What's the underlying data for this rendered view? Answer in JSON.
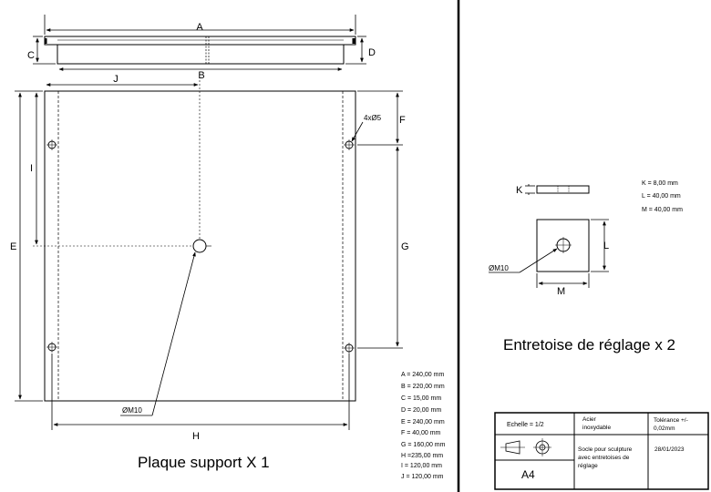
{
  "plate": {
    "title": "Plaque support X 1",
    "dim_labels": {
      "A": "A",
      "B": "B",
      "C": "C",
      "D": "D",
      "E": "E",
      "F": "F",
      "G": "G",
      "H": "H",
      "I": "I",
      "J": "J"
    },
    "hole_callout": "4xØ5",
    "thread_callout": "ØM10",
    "specs": [
      "A = 240,00 mm",
      "B = 220,00 mm",
      "C = 15,00 mm",
      "D = 20,00 mm",
      "E = 240,00 mm",
      "F = 40,00 mm",
      "G = 160,00 mm",
      "H =235,00 mm",
      "I = 120,00 mm",
      "J = 120,00 mm"
    ]
  },
  "spacer": {
    "title": "Entretoise de réglage x 2",
    "dim_labels": {
      "K": "K",
      "L": "L",
      "M": "M"
    },
    "thread_callout": "ØM10",
    "specs": [
      "K = 8,00 mm",
      "L = 40,00 mm",
      "M = 40,00 mm"
    ]
  },
  "title_block": {
    "scale": "Echelle = 1/2",
    "material_line1": "Acier",
    "material_line2": "inoxydable",
    "tolerance_line1": "Tolérance +/-",
    "tolerance_line2": "0,02mm",
    "description_line1": "Socle pour sculpture",
    "description_line2": "avec entretoises de",
    "description_line3": "réglage",
    "date": "28/01/2023",
    "format": "A4"
  }
}
